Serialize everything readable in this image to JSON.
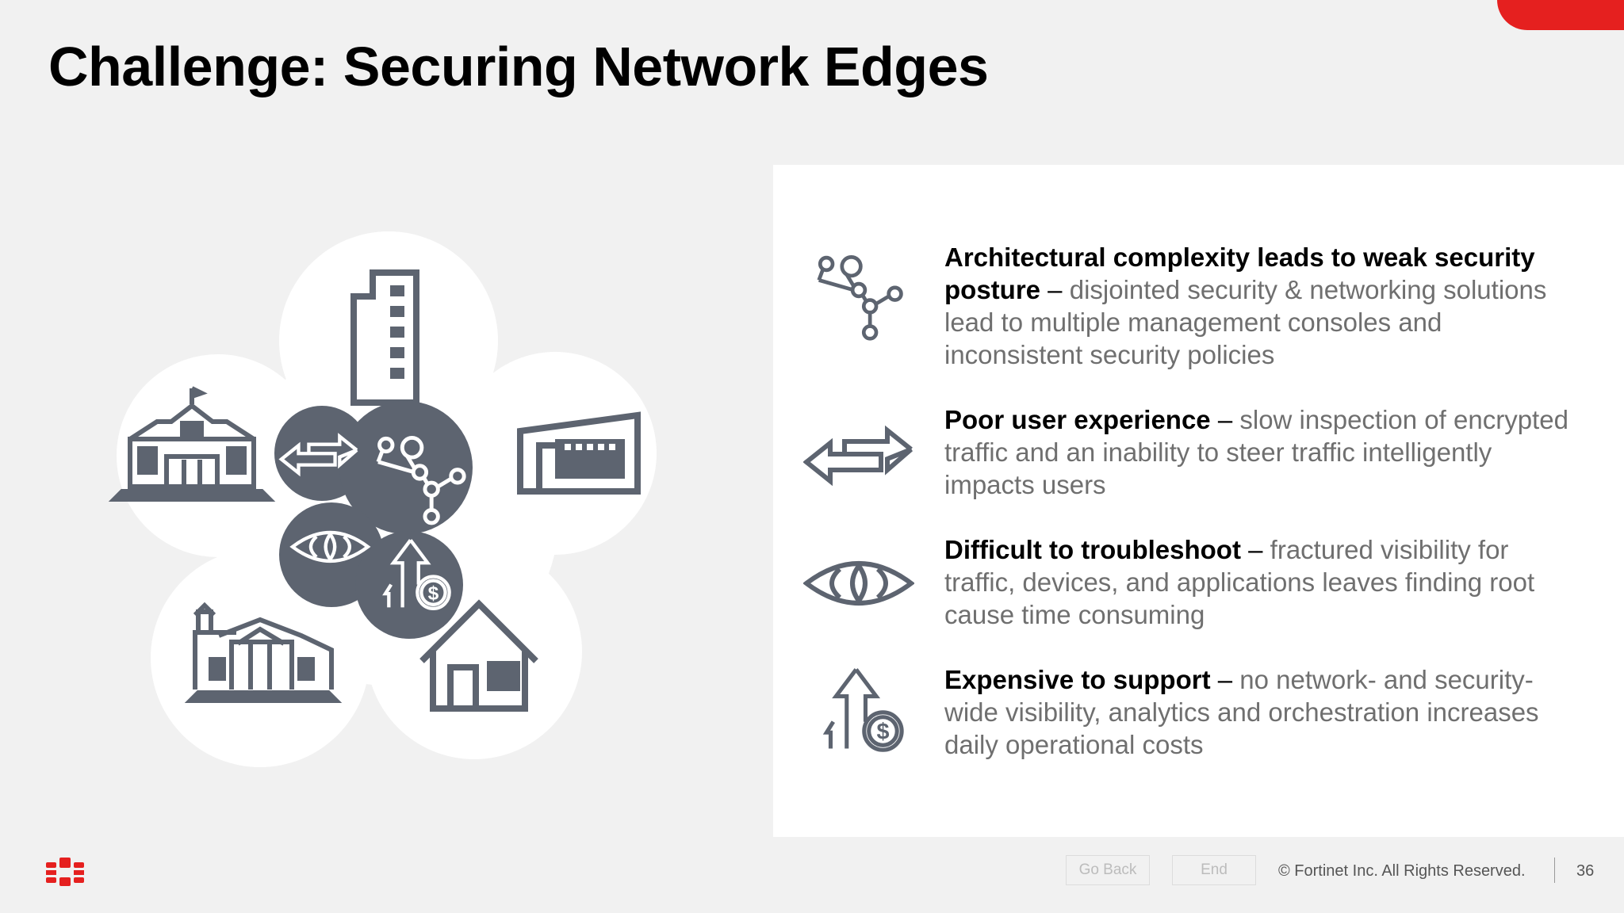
{
  "slide": {
    "title": "Challenge: Securing Network Edges",
    "accent_color": "#e5201f",
    "icon_color": "#5d6470"
  },
  "graphic": {
    "icons": [
      "office-building-icon",
      "school-icon",
      "storefront-icon",
      "church-icon",
      "house-icon",
      "network-nodes-icon",
      "arrows-icon",
      "eye-icon",
      "cost-up-icon"
    ]
  },
  "challenges": [
    {
      "icon": "network-nodes-icon",
      "heading": "Architectural complexity leads to weak security posture",
      "separator": " – ",
      "detail": "disjointed security & networking solutions lead to multiple management consoles and inconsistent security policies"
    },
    {
      "icon": "arrows-icon",
      "heading": "Poor user experience",
      "separator": " – ",
      "detail": "slow inspection of encrypted traffic and an inability to steer traffic intelligently impacts users"
    },
    {
      "icon": "eye-icon",
      "heading": "Difficult to troubleshoot",
      "separator": " – ",
      "detail": "fractured visibility for traffic, devices, and applications leaves finding root cause time consuming"
    },
    {
      "icon": "cost-up-icon",
      "heading": "Expensive to support",
      "separator": " – ",
      "detail": "no network- and security-wide visibility, analytics and orchestration increases daily operational costs"
    }
  ],
  "footer": {
    "go_back_label": "Go Back",
    "end_label": "End",
    "copyright": "© Fortinet Inc. All Rights Reserved.",
    "page_number": "36"
  }
}
